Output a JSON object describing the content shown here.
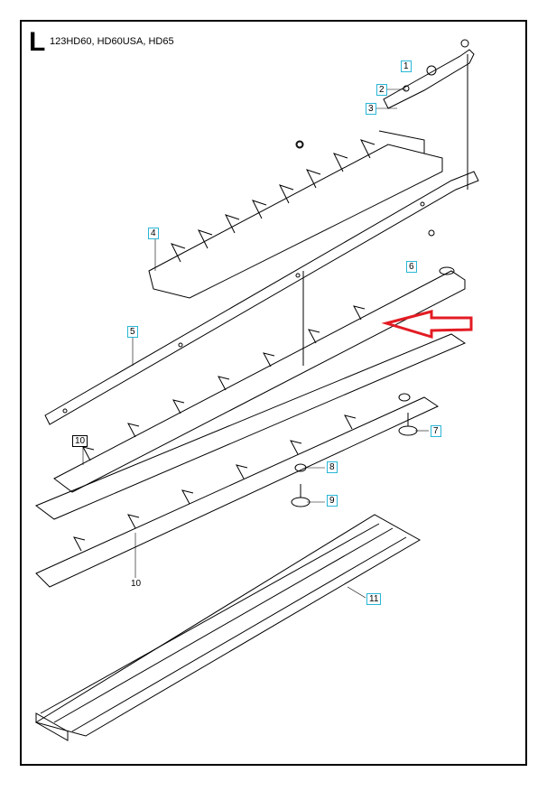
{
  "header": {
    "section_letter": "L",
    "models": "123HD60, HD60USA, HD65"
  },
  "callouts": [
    "1",
    "2",
    "3",
    "4",
    "5",
    "6",
    "7",
    "8",
    "9",
    "10",
    "10",
    "11"
  ],
  "colors": {
    "callout_border": "#29b6d6",
    "arrow": "#e31b23",
    "line": "#000000"
  }
}
